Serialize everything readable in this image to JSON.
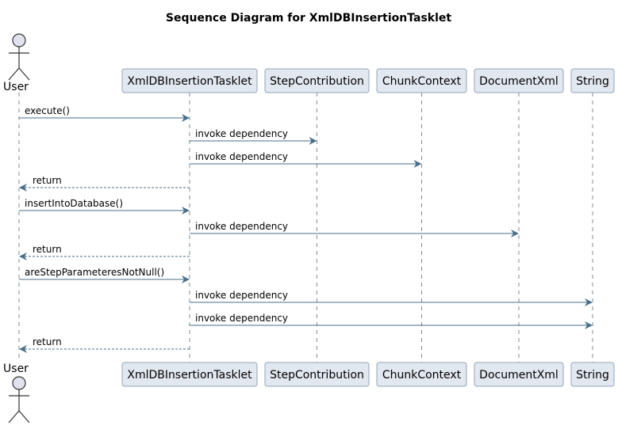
{
  "title": "Sequence Diagram for XmlDBInsertionTasklet",
  "colors": {
    "participant_fill": "#e2e8f0",
    "participant_stroke": "#94a3b8",
    "arrow": "#4a6f8a",
    "lifeline": "#7f8c8d",
    "actor_fill": "#e2e2ef",
    "actor_stroke": "#333333",
    "text": "#000000"
  },
  "actor": {
    "name": "User",
    "icon": "stick-figure-icon"
  },
  "participants": [
    {
      "name": "XmlDBInsertionTasklet"
    },
    {
      "name": "StepContribution"
    },
    {
      "name": "ChunkContext"
    },
    {
      "name": "DocumentXml"
    },
    {
      "name": "String"
    }
  ],
  "messages": [
    {
      "from": "User",
      "to": "XmlDBInsertionTasklet",
      "label": "execute()",
      "type": "call"
    },
    {
      "from": "XmlDBInsertionTasklet",
      "to": "StepContribution",
      "label": "invoke dependency",
      "type": "call"
    },
    {
      "from": "XmlDBInsertionTasklet",
      "to": "ChunkContext",
      "label": "invoke dependency",
      "type": "call"
    },
    {
      "from": "XmlDBInsertionTasklet",
      "to": "User",
      "label": "return",
      "type": "return"
    },
    {
      "from": "User",
      "to": "XmlDBInsertionTasklet",
      "label": "insertIntoDatabase()",
      "type": "call"
    },
    {
      "from": "XmlDBInsertionTasklet",
      "to": "DocumentXml",
      "label": "invoke dependency",
      "type": "call"
    },
    {
      "from": "XmlDBInsertionTasklet",
      "to": "User",
      "label": "return",
      "type": "return"
    },
    {
      "from": "User",
      "to": "XmlDBInsertionTasklet",
      "label": "areStepParameteresNotNull()",
      "type": "call"
    },
    {
      "from": "XmlDBInsertionTasklet",
      "to": "String",
      "label": "invoke dependency",
      "type": "call"
    },
    {
      "from": "XmlDBInsertionTasklet",
      "to": "String",
      "label": "invoke dependency",
      "type": "call"
    },
    {
      "from": "XmlDBInsertionTasklet",
      "to": "User",
      "label": "return",
      "type": "return"
    }
  ]
}
